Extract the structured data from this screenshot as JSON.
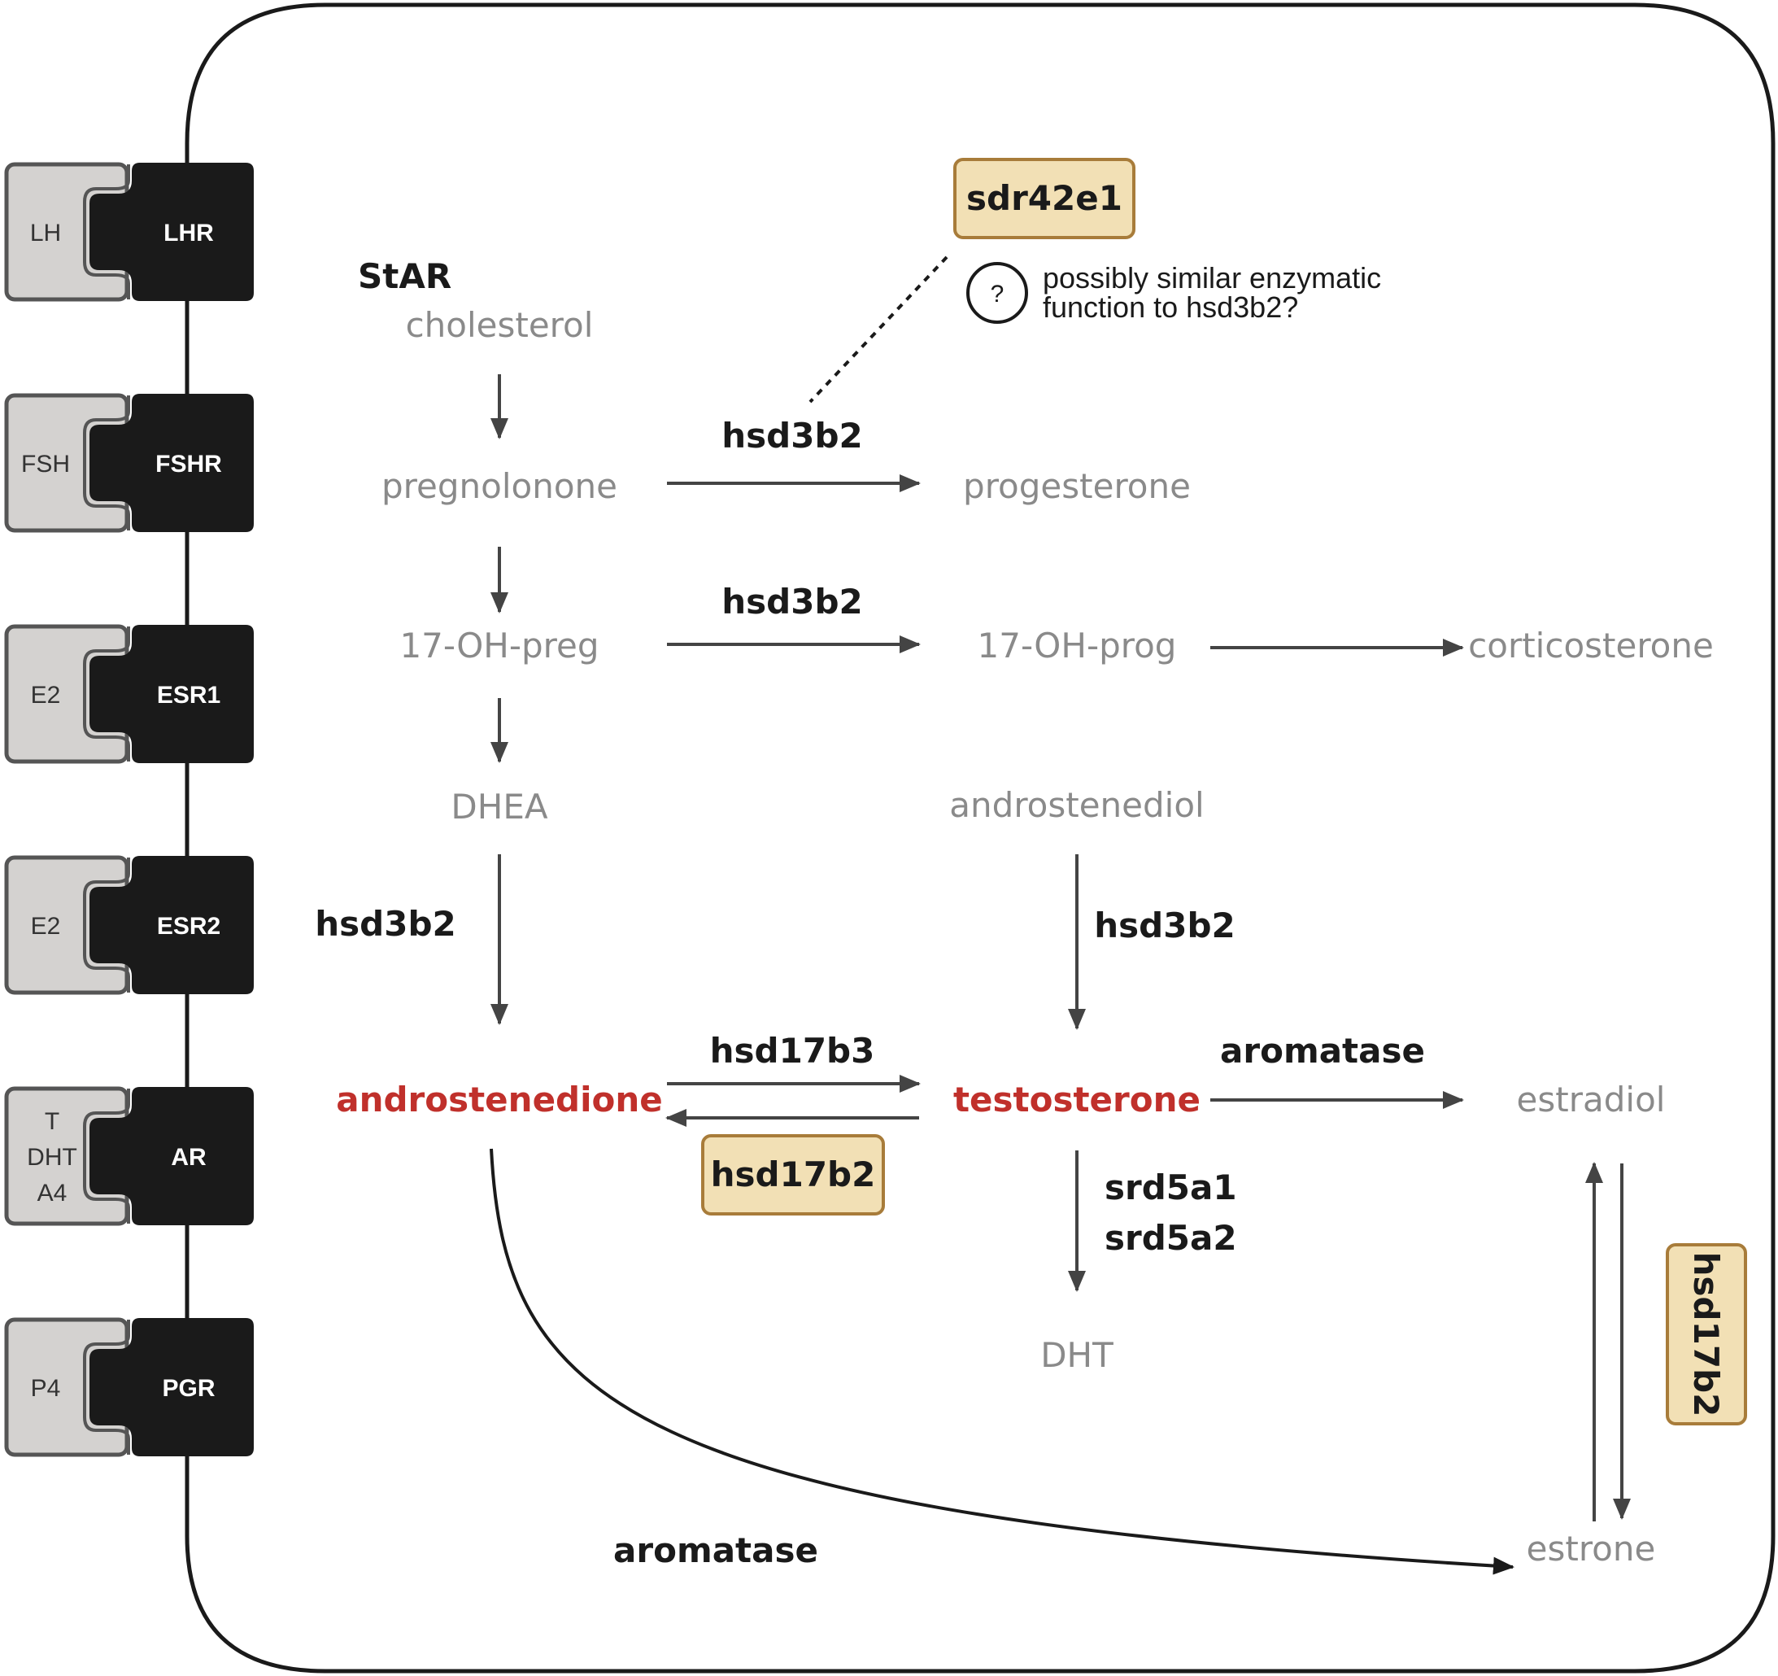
{
  "receptors": [
    {
      "receptor": "LHR",
      "ligands": [
        "LH"
      ]
    },
    {
      "receptor": "FSHR",
      "ligands": [
        "FSH"
      ]
    },
    {
      "receptor": "ESR1",
      "ligands": [
        "E2"
      ]
    },
    {
      "receptor": "ESR2",
      "ligands": [
        "E2"
      ]
    },
    {
      "receptor": "AR",
      "ligands": [
        "T",
        "DHT",
        "A4"
      ]
    },
    {
      "receptor": "PGR",
      "ligands": [
        "P4"
      ]
    }
  ],
  "metabolites": {
    "cholesterol": "cholesterol",
    "pregnolonone": "pregnolonone",
    "progesterone": "progesterone",
    "oh_preg": "17-OH-preg",
    "oh_prog": "17-OH-prog",
    "corticosterone": "corticosterone",
    "dhea": "DHEA",
    "androstenediol": "androstenediol",
    "androstenedione": "androstenedione",
    "testosterone": "testosterone",
    "estradiol": "estradiol",
    "dht": "DHT",
    "estrone": "estrone"
  },
  "enzymes": {
    "star": "StAR",
    "hsd3b2_a": "hsd3b2",
    "hsd3b2_b": "hsd3b2",
    "hsd3b2_c": "hsd3b2",
    "hsd3b2_d": "hsd3b2",
    "hsd17b3": "hsd17b3",
    "hsd17b2_box": "hsd17b2",
    "hsd17b2_vertical": "hsd17b2",
    "aromatase_top": "aromatase",
    "aromatase_bottom": "aromatase",
    "srd5a1": "srd5a1",
    "srd5a2": "srd5a2",
    "sdr42e1": "sdr42e1"
  },
  "annotation": {
    "question_mark": "?",
    "line1": "possibly similar enzymatic",
    "line2": "function to hsd3b2?"
  },
  "colors": {
    "highlight_red": "#c0302b",
    "box_fill": "#f2e0b5",
    "box_stroke": "#a87c3a",
    "metabolite_gray": "#8a8a8a",
    "receptor_black": "#1a1a1a",
    "ligand_gray": "#d4d2d0"
  }
}
